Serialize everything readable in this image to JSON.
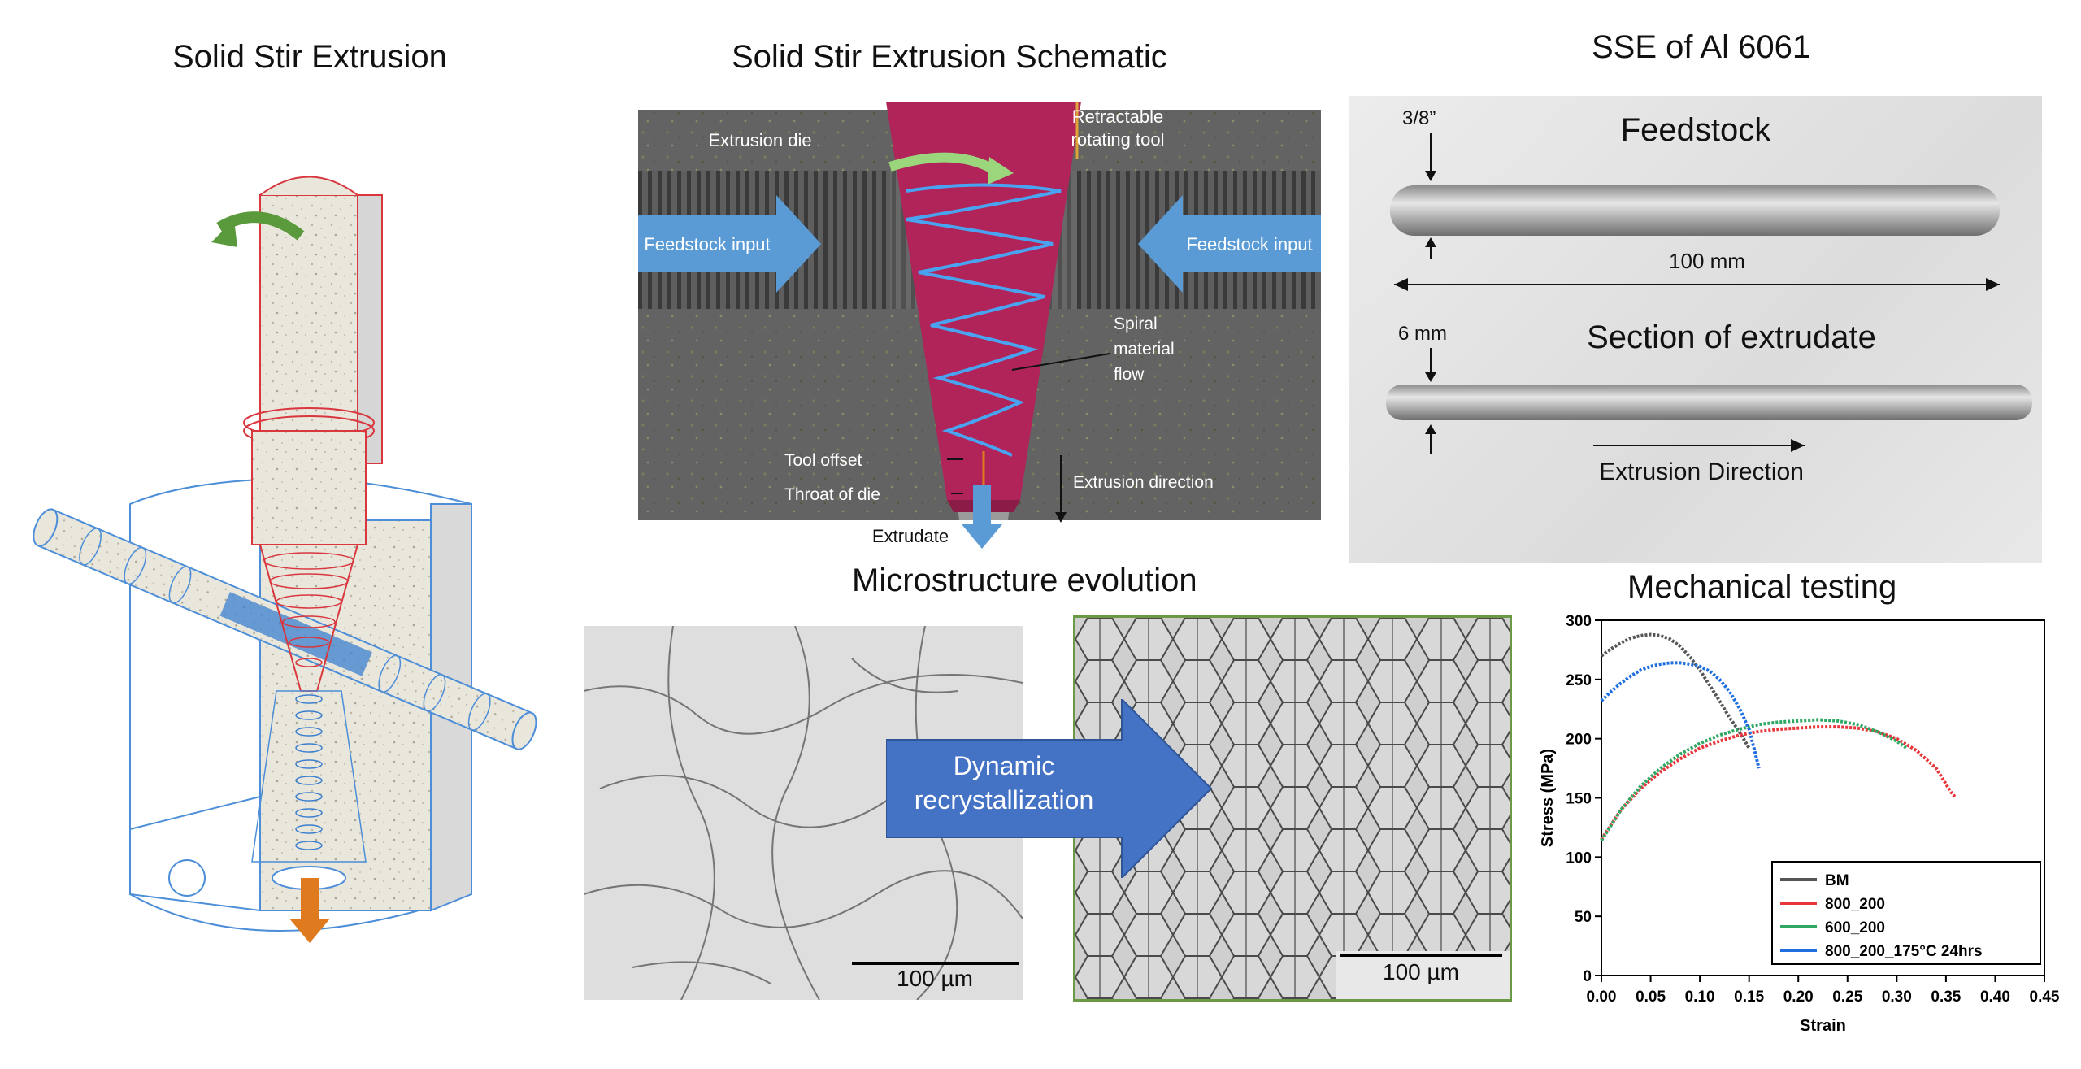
{
  "titles": {
    "sse": "Solid Stir Extrusion",
    "schematic": "Solid Stir Extrusion Schematic",
    "photo": "SSE of Al 6061",
    "micro": "Microstructure evolution",
    "mech": "Mechanical testing"
  },
  "schematic": {
    "retractable_tool": [
      "Retractable",
      "rotating tool"
    ],
    "extrusion_die": "Extrusion die",
    "feedstock_left": "Feedstock input",
    "feedstock_right": "Feedstock input",
    "spiral": [
      "Spiral",
      "material",
      "flow"
    ],
    "tool_offset": "Tool offset",
    "throat": "Throat of die",
    "extrusion_direction": "Extrusion direction",
    "extrudate": "Extrudate"
  },
  "photo": {
    "feedstock": "Feedstock",
    "diameter": "3/8”",
    "length": "100 mm",
    "section": "Section of extrudate",
    "extrudate_diameter": "6 mm",
    "extrusion_direction": "Extrusion Direction"
  },
  "micro": {
    "arrow": [
      "Dynamic",
      "recrystallization"
    ],
    "scale_left": "100 µm",
    "scale_right": "100 µm"
  },
  "chart_data": {
    "type": "line",
    "title": "",
    "xlabel": "Strain",
    "ylabel": "Stress (MPa)",
    "xlim": [
      0,
      0.45
    ],
    "ylim": [
      0,
      300
    ],
    "x_ticks": [
      "0.00",
      "0.05",
      "0.10",
      "0.15",
      "0.20",
      "0.25",
      "0.30",
      "0.35",
      "0.40",
      "0.45"
    ],
    "y_ticks": [
      "0",
      "50",
      "100",
      "150",
      "200",
      "250",
      "300"
    ],
    "legend_position": "bottom-right",
    "series": [
      {
        "name": "BM",
        "color": "#555555",
        "points": [
          [
            0,
            270
          ],
          [
            0.01,
            276
          ],
          [
            0.02,
            281
          ],
          [
            0.03,
            285
          ],
          [
            0.04,
            287
          ],
          [
            0.05,
            288
          ],
          [
            0.06,
            287
          ],
          [
            0.07,
            284
          ],
          [
            0.08,
            278
          ],
          [
            0.09,
            269
          ],
          [
            0.1,
            258
          ],
          [
            0.11,
            245
          ],
          [
            0.12,
            232
          ],
          [
            0.13,
            218
          ],
          [
            0.14,
            206
          ],
          [
            0.15,
            192
          ]
        ]
      },
      {
        "name": "800_200",
        "color": "#e8373b",
        "points": [
          [
            0,
            115
          ],
          [
            0.02,
            140
          ],
          [
            0.04,
            158
          ],
          [
            0.06,
            172
          ],
          [
            0.08,
            183
          ],
          [
            0.1,
            192
          ],
          [
            0.12,
            198
          ],
          [
            0.14,
            203
          ],
          [
            0.16,
            206
          ],
          [
            0.18,
            208
          ],
          [
            0.2,
            209
          ],
          [
            0.22,
            210
          ],
          [
            0.24,
            210
          ],
          [
            0.26,
            209
          ],
          [
            0.28,
            206
          ],
          [
            0.3,
            200
          ],
          [
            0.32,
            190
          ],
          [
            0.34,
            175
          ],
          [
            0.355,
            155
          ],
          [
            0.36,
            150
          ]
        ]
      },
      {
        "name": "600_200",
        "color": "#2ea862",
        "points": [
          [
            0,
            114
          ],
          [
            0.02,
            140
          ],
          [
            0.04,
            160
          ],
          [
            0.06,
            175
          ],
          [
            0.08,
            187
          ],
          [
            0.1,
            196
          ],
          [
            0.12,
            203
          ],
          [
            0.14,
            208
          ],
          [
            0.16,
            212
          ],
          [
            0.18,
            214
          ],
          [
            0.2,
            215
          ],
          [
            0.22,
            216
          ],
          [
            0.24,
            215
          ],
          [
            0.26,
            212
          ],
          [
            0.28,
            206
          ],
          [
            0.3,
            198
          ],
          [
            0.31,
            192
          ]
        ]
      },
      {
        "name": "800_200_175°C 24hrs",
        "color": "#1f6fe0",
        "points": [
          [
            0,
            232
          ],
          [
            0.01,
            240
          ],
          [
            0.02,
            247
          ],
          [
            0.03,
            253
          ],
          [
            0.04,
            258
          ],
          [
            0.05,
            261
          ],
          [
            0.06,
            263
          ],
          [
            0.07,
            264
          ],
          [
            0.08,
            264
          ],
          [
            0.09,
            263
          ],
          [
            0.1,
            261
          ],
          [
            0.11,
            257
          ],
          [
            0.12,
            250
          ],
          [
            0.13,
            240
          ],
          [
            0.14,
            226
          ],
          [
            0.15,
            208
          ],
          [
            0.155,
            192
          ],
          [
            0.16,
            175
          ]
        ]
      }
    ]
  }
}
